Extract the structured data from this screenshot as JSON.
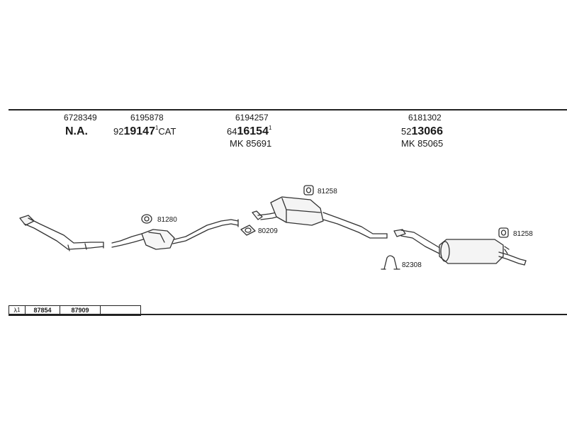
{
  "parts": [
    {
      "ref": "6728349",
      "main": "N.A.",
      "prefix": "",
      "sup": "",
      "suffix": "",
      "mk": ""
    },
    {
      "ref": "6195878",
      "main": "19147",
      "prefix": "92",
      "sup": "1",
      "suffix": "CAT",
      "mk": ""
    },
    {
      "ref": "6194257",
      "main": "16154",
      "prefix": "64",
      "sup": "1",
      "suffix": "",
      "mk": "MK 85691"
    },
    {
      "ref": "6181302",
      "main": "13066",
      "prefix": "52",
      "sup": "",
      "suffix": "",
      "mk": "MK 85065"
    }
  ],
  "accessories": {
    "clamp1": "81280",
    "gasket": "80209",
    "hanger1": "81258",
    "clamp2": "82308",
    "hanger2": "81258"
  },
  "legend": {
    "symbol": "λ",
    "symbol_sup": "1",
    "cells": [
      "87854",
      "87909",
      ""
    ]
  }
}
